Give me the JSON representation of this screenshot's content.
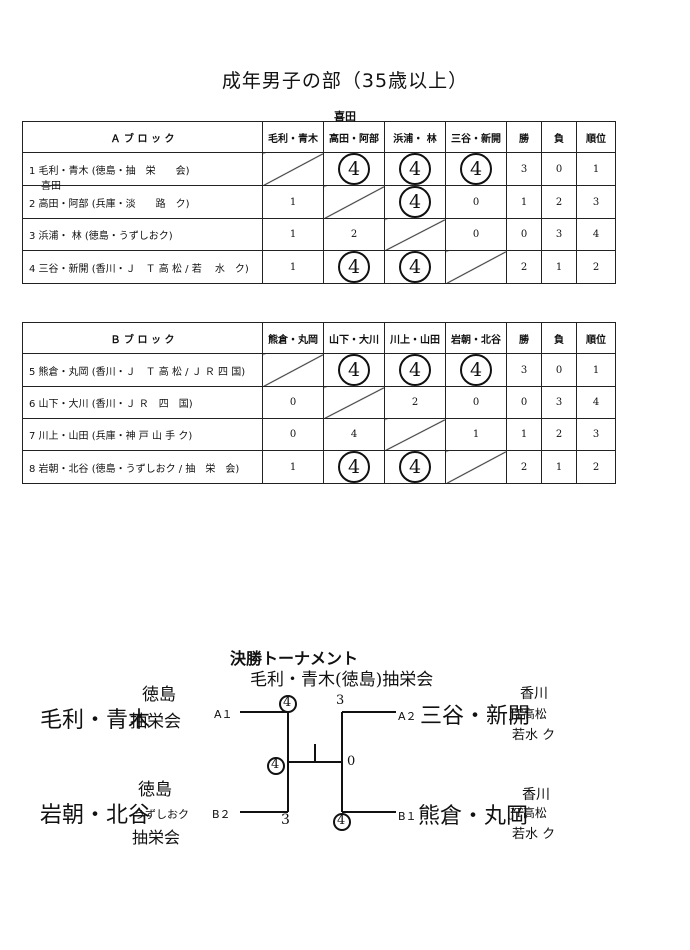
{
  "title": "成年男子の部（35歳以上）",
  "block_a": {
    "header": [
      "Ａ ブ ロ ッ ク",
      "毛利・青木",
      "高田・阿部",
      "浜浦・ 林",
      "三谷・新開",
      "勝",
      "負",
      "順位"
    ],
    "header_note": "喜田",
    "rows": [
      {
        "team": "1  毛利・青木 (徳島・抽　栄　　会)",
        "note": "",
        "cells": [
          "",
          "4",
          "4",
          "4",
          "3",
          "0",
          "1"
        ]
      },
      {
        "team": "2  高田・阿部 (兵庫・淡　　路　ク)",
        "note": "喜田",
        "cells": [
          "1",
          "",
          "4",
          "0",
          "1",
          "2",
          "3"
        ]
      },
      {
        "team": "3  浜浦・ 林 (徳島・うずしおク)",
        "note": "",
        "cells": [
          "1",
          "2",
          "",
          "0",
          "0",
          "3",
          "4"
        ]
      },
      {
        "team": "4  三谷・新開 (香川・Ｊ　Ｔ 高 松 / 若　 水　ク)",
        "note": "",
        "cells": [
          "1",
          "4",
          "4",
          "",
          "2",
          "1",
          "2"
        ]
      }
    ]
  },
  "block_b": {
    "header": [
      "Ｂ ブ ロ ッ ク",
      "熊倉・丸岡",
      "山下・大川",
      "川上・山田",
      "岩朝・北谷",
      "勝",
      "負",
      "順位"
    ],
    "rows": [
      {
        "team": "5  熊倉・丸岡 (香川・Ｊ　Ｔ 高 松 / Ｊ Ｒ 四 国)",
        "cells": [
          "",
          "4",
          "4",
          "4",
          "3",
          "0",
          "1"
        ]
      },
      {
        "team": "6  山下・大川 (香川・Ｊ Ｒ　四　国)",
        "cells": [
          "0",
          "",
          "2",
          "0",
          "0",
          "3",
          "4"
        ]
      },
      {
        "team": "7  川上・山田 (兵庫・神 戸 山 手 ク)",
        "cells": [
          "0",
          "4",
          "",
          "1",
          "1",
          "2",
          "3"
        ]
      },
      {
        "team": "8  岩朝・北谷 (徳島・うずしおク / 抽　栄　会)",
        "cells": [
          "1",
          "4",
          "4",
          "",
          "2",
          "1",
          "2"
        ]
      }
    ]
  },
  "final": {
    "title": "決勝トーナメント",
    "winner": "毛利・青木(徳島)抽栄会",
    "a1": {
      "seed": "A１",
      "name": "毛利・青木",
      "pref": "徳島",
      "club": "抽栄会",
      "score": "4"
    },
    "a2": {
      "seed": "A２",
      "name": "三谷・新開",
      "pref": "香川",
      "club": "JT高松",
      "club2": "若水 ク",
      "score": "3"
    },
    "b2": {
      "seed": "B２",
      "name": "岩朝・北谷",
      "pref": "徳島",
      "club": "うずしおク",
      "club2": "抽栄会",
      "score": "3"
    },
    "b1": {
      "seed": "B１",
      "name": "熊倉・丸岡",
      "pref": "香川",
      "club": "JT高松",
      "club2": "若水 ク",
      "score": "4"
    },
    "semi_left_score": "4",
    "semi_right_score": "0"
  }
}
